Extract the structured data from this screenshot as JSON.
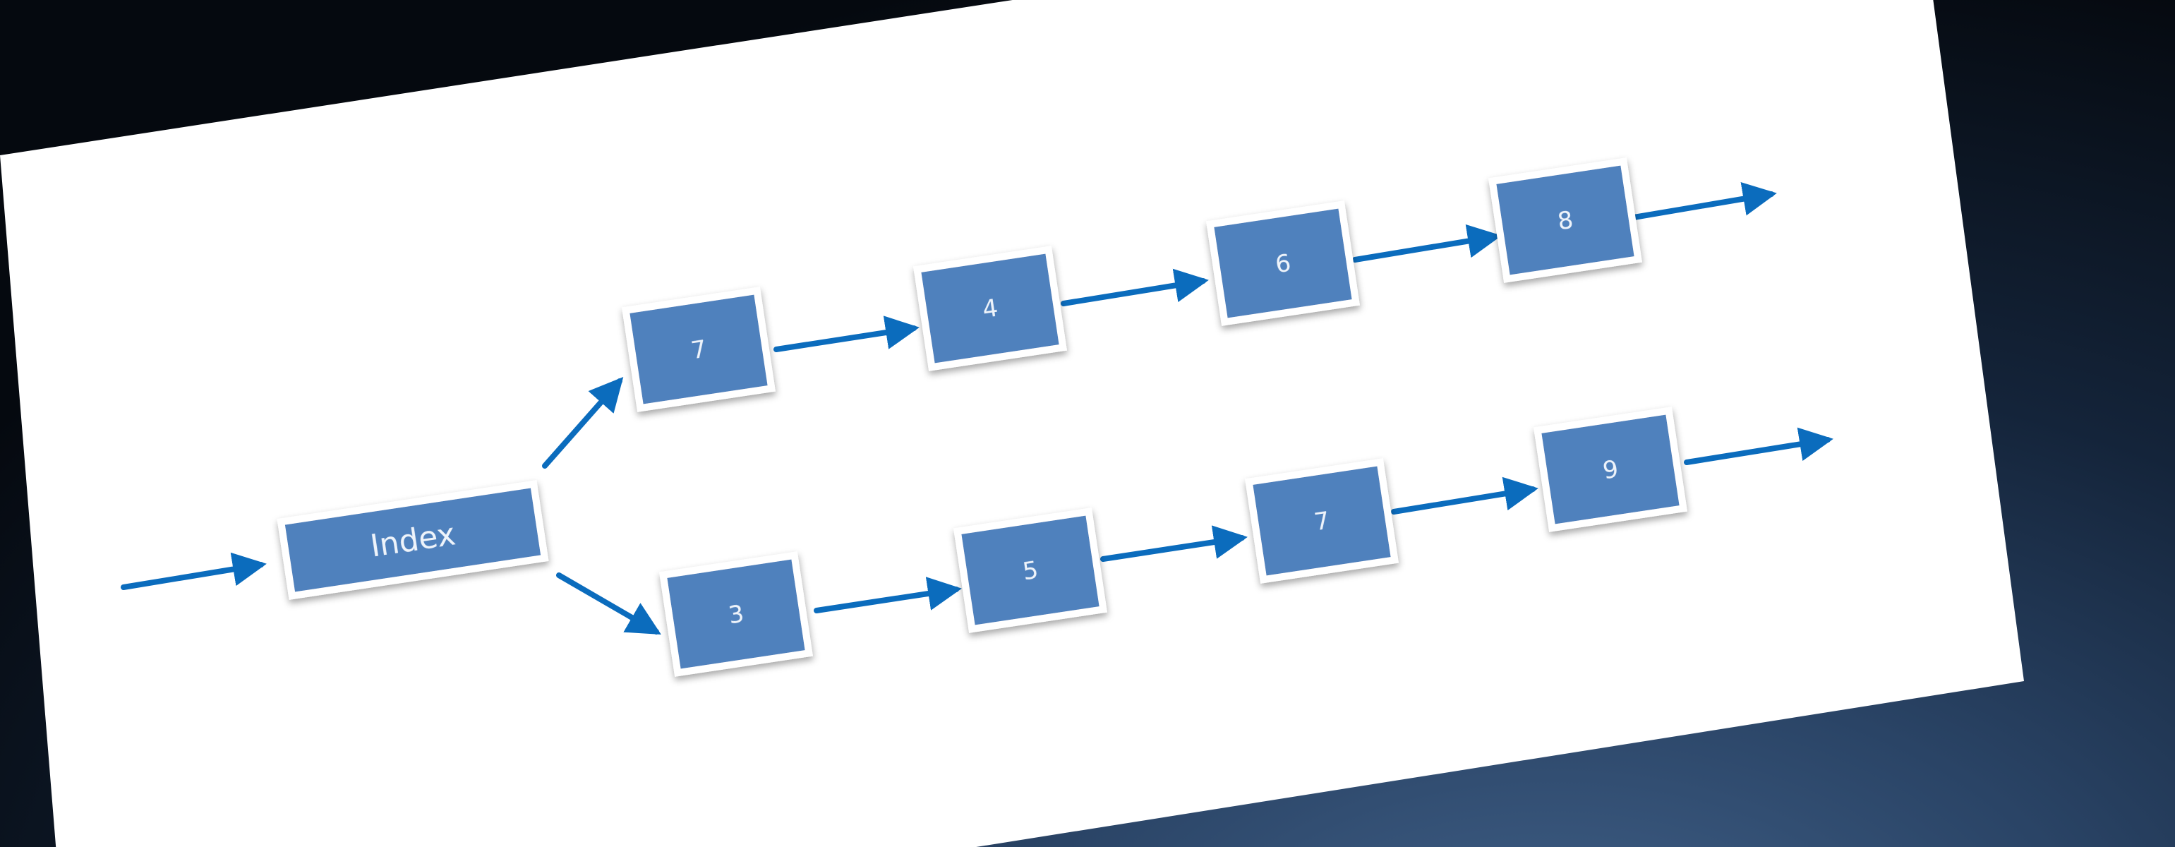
{
  "diagram": {
    "root": {
      "label": "Index"
    },
    "upper_branch": {
      "nodes": [
        {
          "label": "7"
        },
        {
          "label": "4"
        },
        {
          "label": "6"
        },
        {
          "label": "8"
        }
      ]
    },
    "lower_branch": {
      "nodes": [
        {
          "label": "3"
        },
        {
          "label": "5"
        },
        {
          "label": "7"
        },
        {
          "label": "9"
        }
      ]
    },
    "colors": {
      "node_fill": "#4f81bd",
      "arrow": "#0b6cbd",
      "card": "#ffffff"
    }
  }
}
